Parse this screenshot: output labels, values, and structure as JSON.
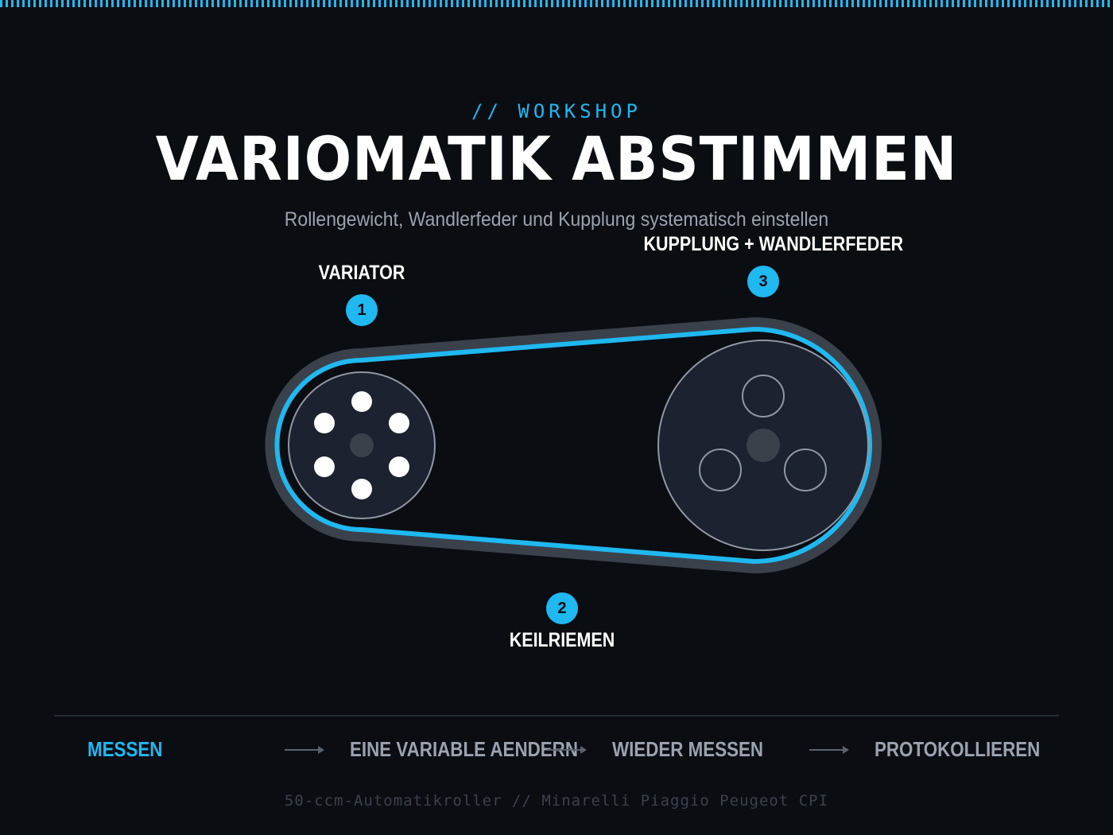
{
  "header": {
    "kicker": "// WORKSHOP",
    "title": "VARIOMATIK ABSTIMMEN",
    "subtitle": "Rollengewicht, Wandlerfeder und Kupplung systematisch einstellen"
  },
  "diagram": {
    "callouts": [
      {
        "number": "1",
        "label": "VARIATOR"
      },
      {
        "number": "2",
        "label": "KEILRIEMEN"
      },
      {
        "number": "3",
        "label": "KUPPLUNG + WANDLERFEDER"
      }
    ],
    "variator_rollers": 6,
    "clutch_shoes": 3
  },
  "process": {
    "steps": [
      {
        "label": "MESSEN",
        "active": true
      },
      {
        "label": "EINE VARIABLE AENDERN",
        "active": false
      },
      {
        "label": "WIEDER MESSEN",
        "active": false
      },
      {
        "label": "PROTOKOLLIEREN",
        "active": false
      }
    ]
  },
  "footer": {
    "text": "50-ccm-Automatikroller // Minarelli Piaggio Peugeot CPI"
  },
  "colors": {
    "background": "#0a0d12",
    "accent": "#1fb8f0",
    "text": "#ffffff",
    "muted": "#9aa3ae",
    "pulley_fill": "#1c2230",
    "belt_outer": "#3a414b"
  }
}
